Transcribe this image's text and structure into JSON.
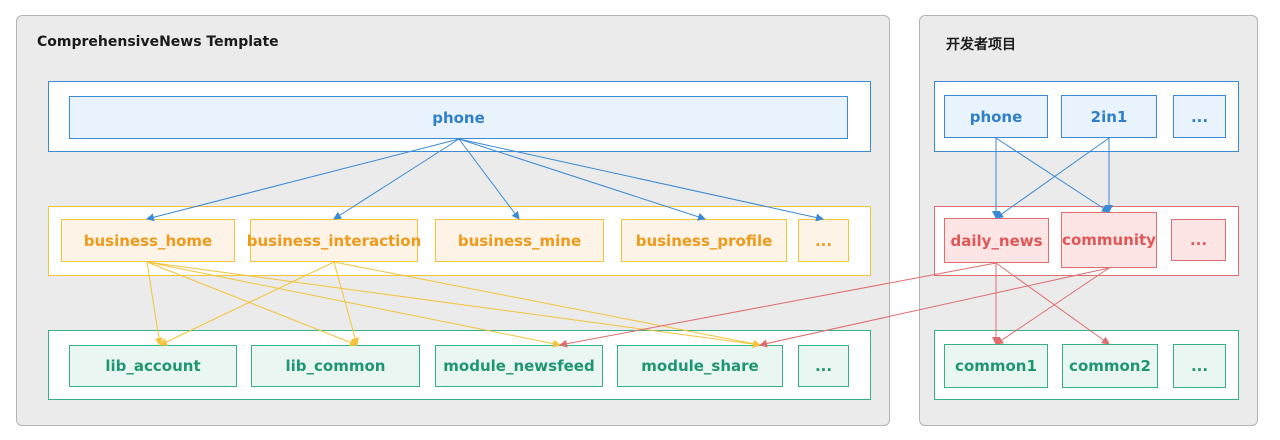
{
  "left_panel": {
    "title": "ComprehensiveNews Template",
    "top_layer": {
      "phone": "phone"
    },
    "business_layer": [
      "business_home",
      "business_interaction",
      "business_mine",
      "business_profile",
      "..."
    ],
    "lib_layer": [
      "lib_account",
      "lib_common",
      "module_newsfeed",
      "module_share",
      "..."
    ]
  },
  "right_panel": {
    "title": "开发者项目",
    "device_layer": [
      "phone",
      "2in1",
      "..."
    ],
    "feature_layer": [
      "daily_news",
      "community",
      "..."
    ],
    "common_layer": [
      "common1",
      "common2",
      "..."
    ]
  },
  "colors": {
    "blue": "#3a8ad6",
    "orange": "#f3c43a",
    "green": "#35b08a",
    "red": "#e06d6d"
  }
}
